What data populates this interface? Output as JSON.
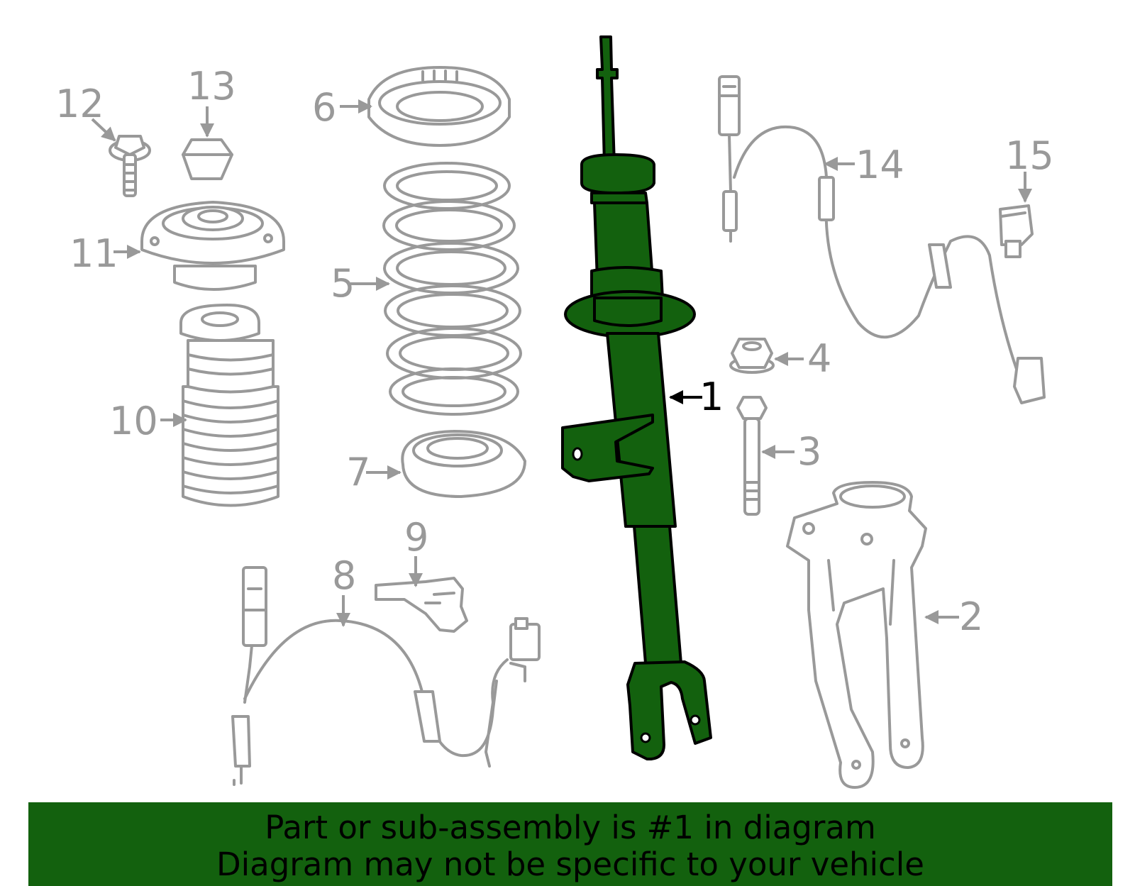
{
  "colors": {
    "highlight": "#13610e",
    "outline": "#999999",
    "banner": "#13610e",
    "highlight_text": "#000000"
  },
  "callouts": {
    "c1": "1",
    "c2": "2",
    "c3": "3",
    "c4": "4",
    "c5": "5",
    "c6": "6",
    "c7": "7",
    "c8": "8",
    "c9": "9",
    "c10": "10",
    "c11": "11",
    "c12": "12",
    "c13": "13",
    "c14": "14",
    "c15": "15"
  },
  "banner": {
    "line1": "Part or sub-assembly is #1 in diagram",
    "line2": "Diagram may not be specific to your vehicle"
  }
}
